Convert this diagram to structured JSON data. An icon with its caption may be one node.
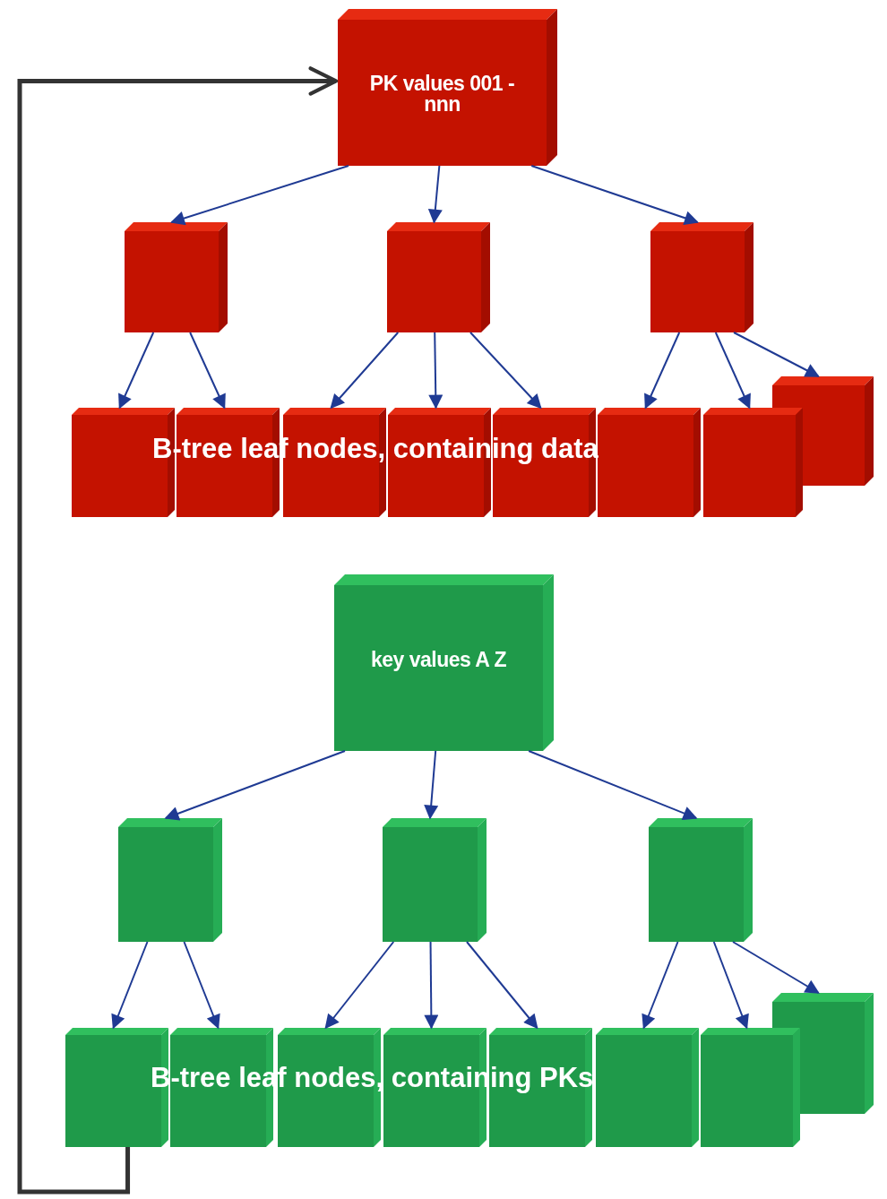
{
  "diagram": {
    "nodes": [
      {
        "text": [
          "PK values 001 - nnn"
        ]
      },
      {
        "text": [],
        "shape": "box"
      },
      {
        "text": [],
        "shape": "box"
      },
      {
        "text": [],
        "shape": "box"
      },
      {
        "text": [],
        "shape": "box"
      },
      {
        "text": [],
        "shape": "box"
      },
      {
        "text": [],
        "shape": "box"
      },
      {
        "text": [],
        "shape": "box"
      },
      {
        "text": [],
        "shape": "box"
      },
      {
        "text": [],
        "shape": "box"
      },
      {
        "text": [],
        "shape": "box"
      },
      {
        "text": [],
        "shape": "box"
      },
      {
        "text": [
          "key values A Z"
        ]
      },
      {
        "text": [],
        "shape": "box"
      },
      {
        "text": [],
        "shape": "box"
      },
      {
        "text": [],
        "shape": "box"
      },
      {
        "text": [],
        "shape": "box"
      },
      {
        "text": [],
        "shape": "box"
      },
      {
        "text": [],
        "shape": "box"
      },
      {
        "text": [],
        "shape": "box"
      },
      {
        "text": [],
        "shape": "box"
      },
      {
        "text": [],
        "shape": "box"
      },
      {
        "text": [],
        "shape": "box"
      },
      {
        "text": [],
        "shape": "box"
      }
    ],
    "edges": [
      {
        "from": 0,
        "to": 1,
        "arrow": "to"
      },
      {
        "from": 0,
        "to": 2,
        "arrow": "to"
      },
      {
        "from": 0,
        "to": 3,
        "arrow": "to"
      },
      {
        "from": 1,
        "to": 4,
        "arrow": "to"
      },
      {
        "from": 1,
        "to": 5,
        "arrow": "to"
      },
      {
        "from": 2,
        "to": 6,
        "arrow": "to"
      },
      {
        "from": 2,
        "to": 7,
        "arrow": "to"
      },
      {
        "from": 2,
        "to": 8,
        "arrow": "to"
      },
      {
        "from": 3,
        "to": 9,
        "arrow": "to"
      },
      {
        "from": 3,
        "to": 10,
        "arrow": "to"
      },
      {
        "from": 3,
        "to": 11,
        "arrow": "to"
      },
      {
        "from": 12,
        "to": 13,
        "arrow": "to"
      },
      {
        "from": 12,
        "to": 14,
        "arrow": "to"
      },
      {
        "from": 12,
        "to": 15,
        "arrow": "to"
      },
      {
        "from": 13,
        "to": 16,
        "arrow": "to"
      },
      {
        "from": 13,
        "to": 17,
        "arrow": "to"
      },
      {
        "from": 14,
        "to": 18,
        "arrow": "to"
      },
      {
        "from": 14,
        "to": 19,
        "arrow": "to"
      },
      {
        "from": 14,
        "to": 20,
        "arrow": "to"
      },
      {
        "from": 15,
        "to": 21,
        "arrow": "to"
      },
      {
        "from": 15,
        "to": 22,
        "arrow": "to"
      },
      {
        "from": 15,
        "to": 23,
        "arrow": "to"
      },
      {
        "from": 16,
        "to": 0,
        "arrow": "to",
        "style": "thick",
        "color": "#333333"
      }
    ],
    "labels": [
      "B-tree leaf nodes, containing data",
      "B-tree leaf nodes, containing PKs"
    ]
  }
}
